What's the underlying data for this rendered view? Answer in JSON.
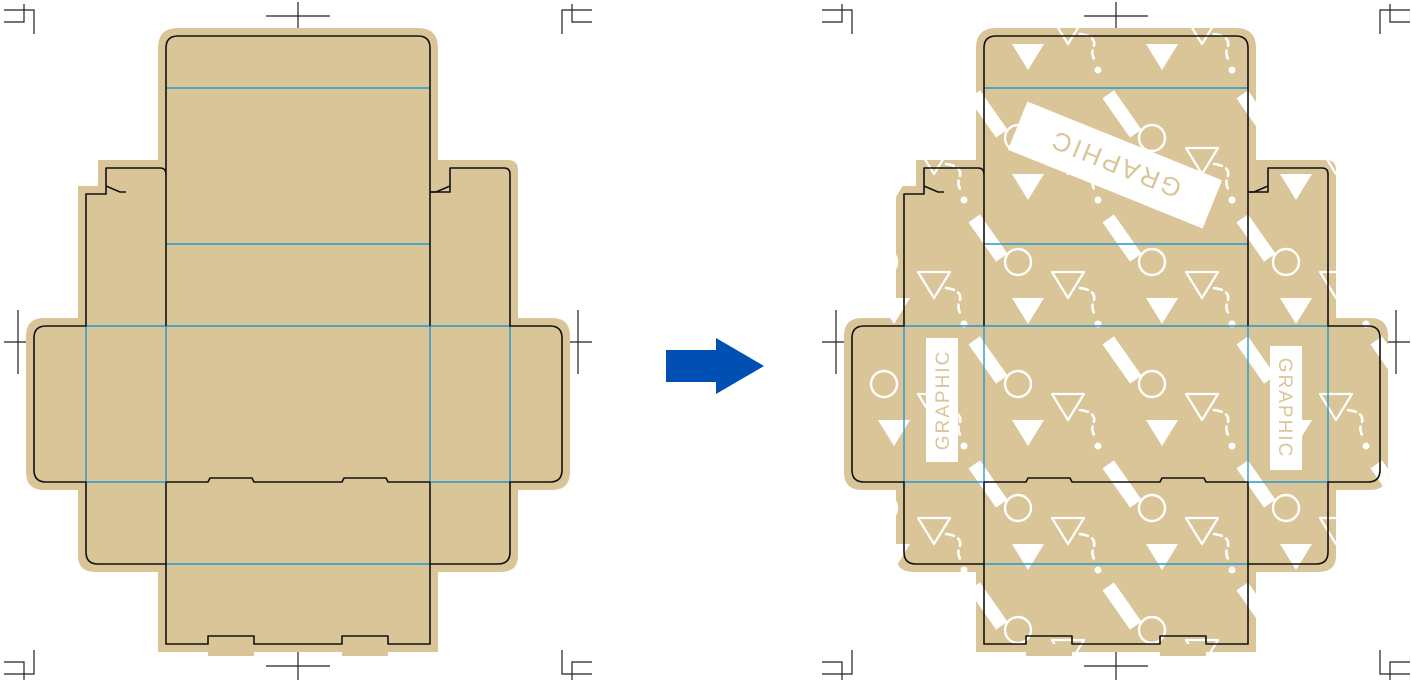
{
  "graphic_labels": {
    "lid": "GRAPHIC",
    "left_flap": "GRAPHIC",
    "right_flap": "GRAPHIC"
  },
  "colors": {
    "kraft": "#dac599",
    "dieline": "#111111",
    "fold": "#2399d0",
    "arrow": "#0050b4",
    "pattern": "#ffffff",
    "crop_marks": "#222222"
  },
  "icons": {
    "arrow": "right-arrow-icon",
    "patterns": [
      "circle",
      "triangle-outline",
      "triangle-filled",
      "dash",
      "squiggle"
    ]
  }
}
